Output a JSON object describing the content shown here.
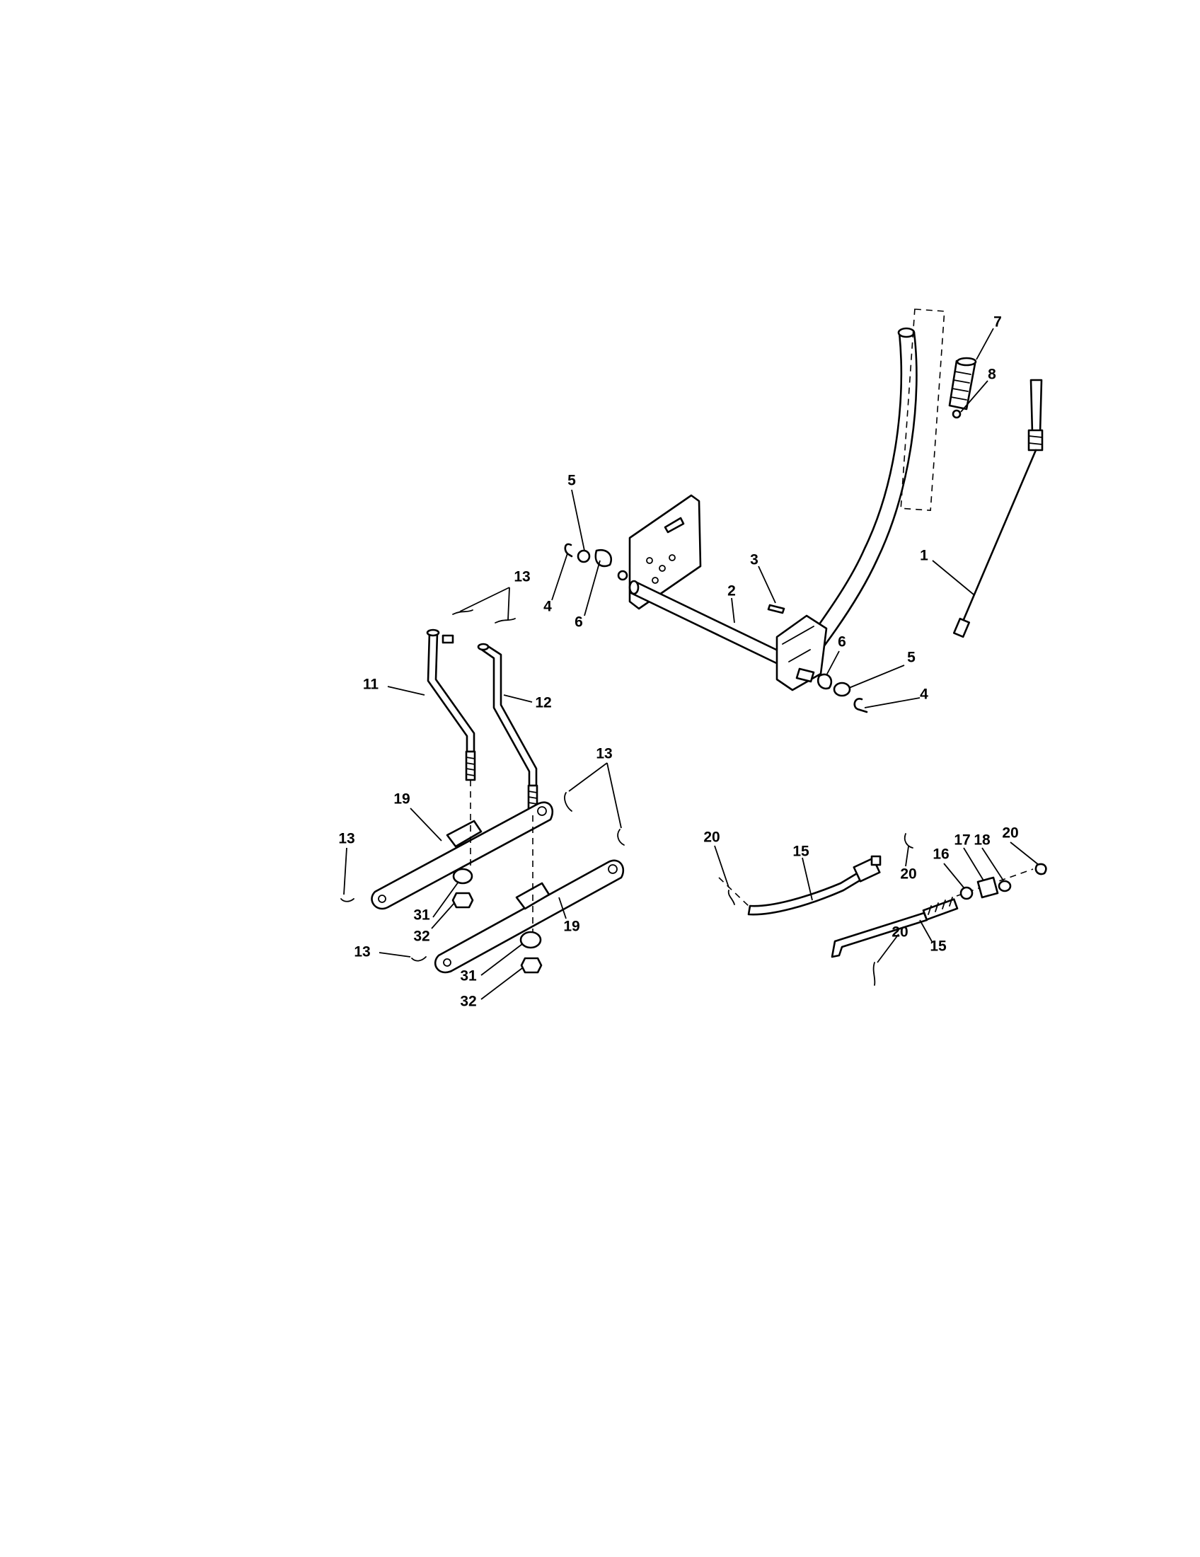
{
  "diagram": {
    "callouts": [
      {
        "id": "c7",
        "text": "7"
      },
      {
        "id": "c8",
        "text": "8"
      },
      {
        "id": "c1",
        "text": "1"
      },
      {
        "id": "c5a",
        "text": "5"
      },
      {
        "id": "c3",
        "text": "3"
      },
      {
        "id": "c2",
        "text": "2"
      },
      {
        "id": "c4a",
        "text": "4"
      },
      {
        "id": "c6a",
        "text": "6"
      },
      {
        "id": "c13a",
        "text": "13"
      },
      {
        "id": "c11",
        "text": "11"
      },
      {
        "id": "c12",
        "text": "12"
      },
      {
        "id": "c6b",
        "text": "6"
      },
      {
        "id": "c5b",
        "text": "5"
      },
      {
        "id": "c4b",
        "text": "4"
      },
      {
        "id": "c19a",
        "text": "19"
      },
      {
        "id": "c13b",
        "text": "13"
      },
      {
        "id": "c13c",
        "text": "13"
      },
      {
        "id": "c31a",
        "text": "31"
      },
      {
        "id": "c32a",
        "text": "32"
      },
      {
        "id": "c19b",
        "text": "19"
      },
      {
        "id": "c13d",
        "text": "13"
      },
      {
        "id": "c31b",
        "text": "31"
      },
      {
        "id": "c32b",
        "text": "32"
      },
      {
        "id": "c20a",
        "text": "20"
      },
      {
        "id": "c15a",
        "text": "15"
      },
      {
        "id": "c20b",
        "text": "20"
      },
      {
        "id": "c16",
        "text": "16"
      },
      {
        "id": "c17",
        "text": "17"
      },
      {
        "id": "c18",
        "text": "18"
      },
      {
        "id": "c20c",
        "text": "20"
      },
      {
        "id": "c20d",
        "text": "20"
      },
      {
        "id": "c15b",
        "text": "15"
      }
    ]
  }
}
